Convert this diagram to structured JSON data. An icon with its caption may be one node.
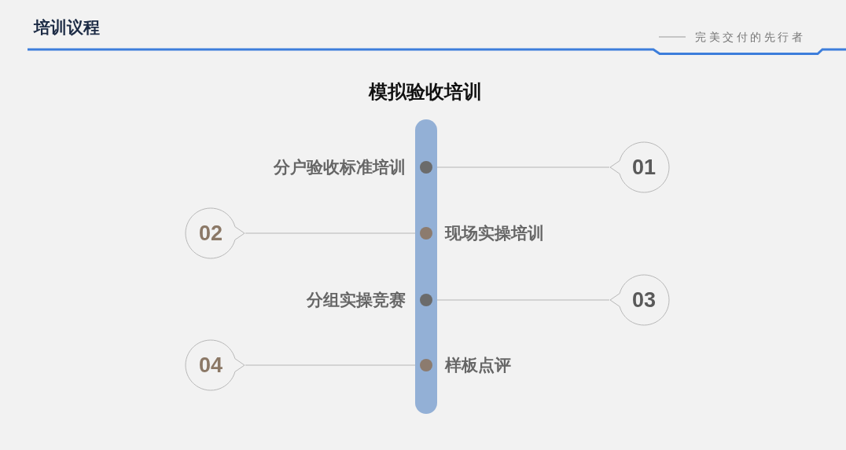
{
  "diagram": {
    "title": "培训议程",
    "nodes": [
      {
        "text": [
          "模拟验收培训"
        ]
      },
      {
        "text": [],
        "shape": "circle",
        "in": 0,
        "beside": [
          "分户验收标准培训"
        ]
      },
      {
        "text": [
          "01"
        ]
      },
      {
        "text": [
          "02"
        ]
      },
      {
        "text": [],
        "shape": "circle",
        "in": 0,
        "beside": [
          "现场实操培训"
        ]
      },
      {
        "text": [],
        "shape": "circle",
        "in": 0,
        "beside": [
          "分组实操竞赛"
        ]
      },
      {
        "text": [
          "03"
        ]
      },
      {
        "text": [
          "04"
        ]
      },
      {
        "text": [],
        "shape": "circle",
        "in": 0,
        "beside": [
          "样板点评"
        ]
      }
    ],
    "edges": [
      {
        "from": 1,
        "to": 2,
        "arrow": "none"
      },
      {
        "from": 4,
        "to": 3,
        "arrow": "none"
      },
      {
        "from": 5,
        "to": 6,
        "arrow": "none"
      },
      {
        "from": 8,
        "to": 7,
        "arrow": "none"
      }
    ],
    "labels": [
      "完美交付的先行者"
    ]
  }
}
